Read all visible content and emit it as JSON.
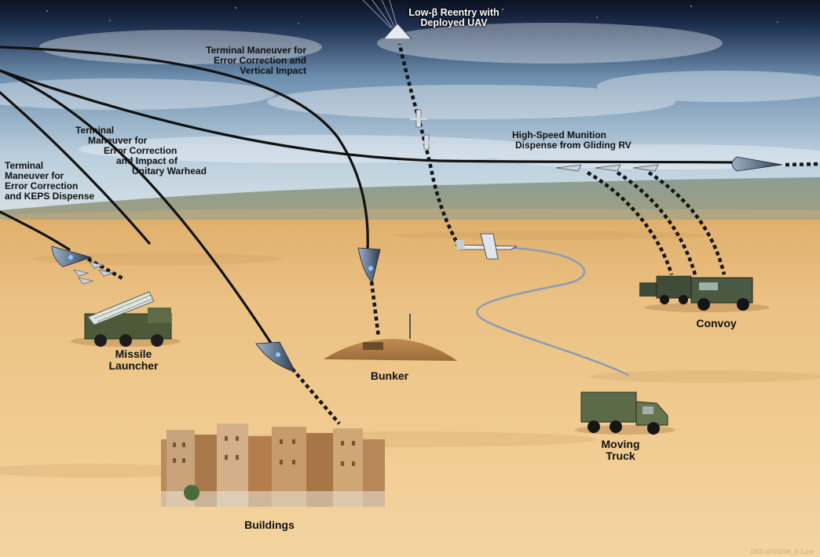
{
  "labels": {
    "reentry": [
      "Low-β Reentry with",
      "Deployed UAV"
    ],
    "vertical": [
      "Terminal Maneuver for",
      "Error Correction and",
      "Vertical Impact"
    ],
    "unitary": [
      "Terminal",
      "Maneuver for",
      "Error Correction",
      "and Impact of",
      "Unitary Warhead"
    ],
    "keps": [
      "Terminal",
      "Maneuver for",
      "Error Correction",
      "and KEPS Dispense"
    ],
    "highspeed": [
      "High-Speed Munition",
      "Dispense from Gliding RV"
    ]
  },
  "targets": {
    "missile_launcher": [
      "Missile",
      "Launcher"
    ],
    "bunker": "Bunker",
    "buildings": "Buildings",
    "convoy": "Convoy",
    "moving_truck": [
      "Moving",
      "Truck"
    ]
  },
  "credit": "GED-0710208_3-3.pnt",
  "colors": {
    "sky_top": "#0e1526",
    "sky_mid": "#5d7fa2",
    "sky_low": "#c7d6e2",
    "desert": "#e8bf82",
    "trajectory": "#111111",
    "uav_path": "#8a9cb4"
  }
}
